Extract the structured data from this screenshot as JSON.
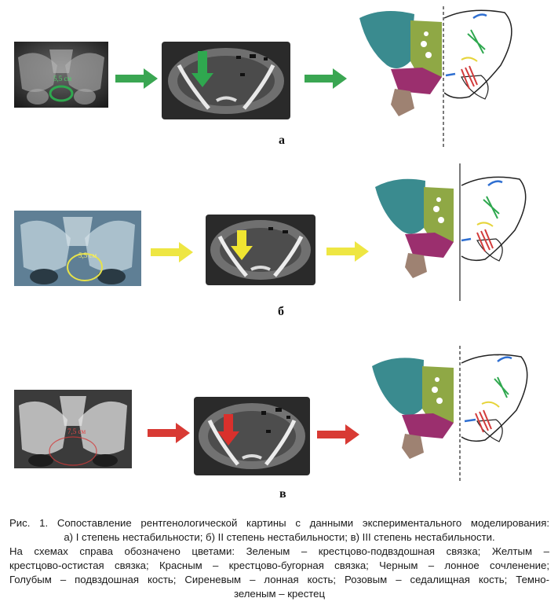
{
  "panels": [
    {
      "id": "a",
      "label": "а",
      "measurement": "5,5 см",
      "indicator_color": "#2fa84f",
      "ct_arrow_color": "#2fa84f",
      "flow_arrow_color": "#3aa652"
    },
    {
      "id": "b",
      "label": "б",
      "measurement": "5,5 см",
      "indicator_color": "#e7e24a",
      "ct_arrow_color": "#f0e531",
      "flow_arrow_color": "#eee643"
    },
    {
      "id": "c",
      "label": "в",
      "measurement": "7,5 см",
      "indicator_color": "#d23b3b",
      "ct_arrow_color": "#d9302c",
      "flow_arrow_color": "#d83a34"
    }
  ],
  "colors": {
    "sacrum": "#3a8b8f",
    "ilium": "#8fa845",
    "pubis": "#9b2f6e",
    "ischium": "#9e8272",
    "ligament_green": "#2fa84f",
    "ligament_yellow": "#e6d43a",
    "ligament_red": "#d23b3b",
    "ligament_blue": "#2f6fd1"
  },
  "caption": {
    "line1": "Рис. 1. Сопоставление рентгенологической картины с данными экспериментального моделирования:",
    "line2": "а) I степень нестабильности; б) II степень нестабильности; в) III степень нестабильности.",
    "line3": "На схемах справа обозначено цветами:  Зеленым – крестцово-подвздошная связка; Желтым –",
    "line4": "крестцово-остистая связка; Красным – крестцово-бугорная связка; Черным – лонное сочленение;",
    "line5": "Голубым – подвздошная кость; Сиреневым – лонная кость; Розовым – седалищная кость; Темно-",
    "line6": "зеленым – крестец"
  }
}
